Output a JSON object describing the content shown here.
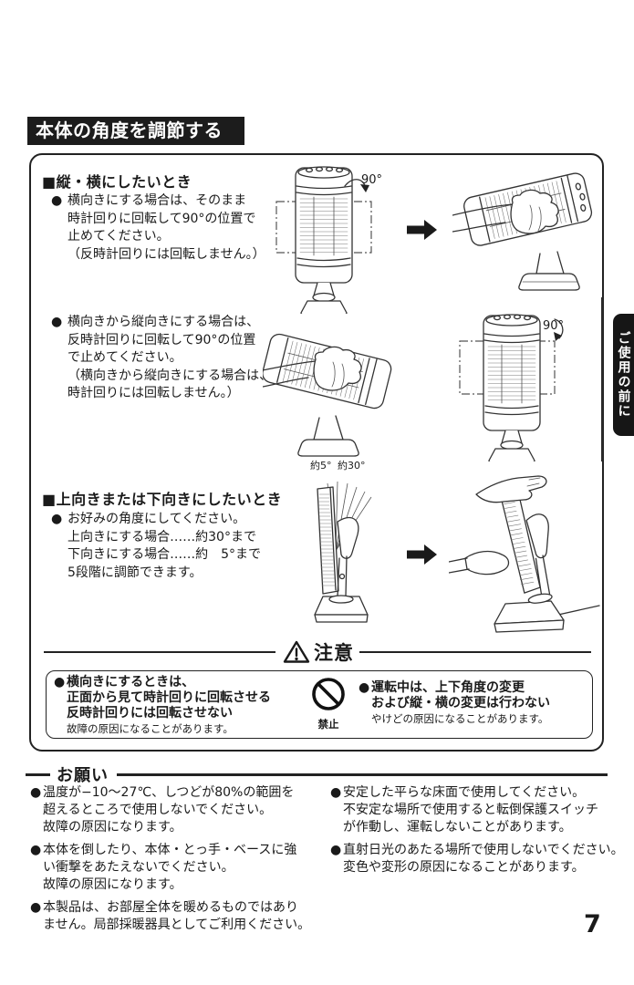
{
  "title": "本体の角度を調節する",
  "side_tab": "ご使用の前に",
  "page_number": "7",
  "s1": {
    "heading": "■縦・横にしたいとき",
    "b1": {
      "marker": "●",
      "lines": [
        "横向きにする場合は、そのまま",
        "時計回りに回転して90°の位置で",
        "止めてください。",
        "（反時計回りには回転しません。）"
      ]
    },
    "b2": {
      "marker": "●",
      "lines": [
        "横向きから縦向きにする場合は、",
        "反時計回りに回転して90°の位置",
        "で止めてください。",
        "（横向きから縦向きにする場合は、",
        "時計回りには回転しません。）"
      ]
    },
    "angle1": "90°",
    "angle2": "90°"
  },
  "s2": {
    "heading": "■上向きまたは下向きにしたいとき",
    "b1": {
      "marker": "●",
      "lines": [
        "お好みの角度にしてください。",
        "上向きにする場合……約30°まで",
        "下向きにする場合……約　5°まで",
        "5段階に調節できます。"
      ]
    },
    "angle_small": "約5°",
    "angle_large": "約30°"
  },
  "caution": {
    "label": "注意",
    "left": {
      "marker": "●",
      "lines": [
        "横向きにするときは、",
        "正面から見て時計回りに回転させる",
        "反時計回りには回転させない"
      ],
      "note": "故障の原因になることがあります。"
    },
    "prohibition": "禁止",
    "right": {
      "marker": "●",
      "lines": [
        "運転中は、上下角度の変更",
        "および縦・横の変更は行わない"
      ],
      "note": "やけどの原因になることがあります。"
    }
  },
  "onegai": {
    "heading": "お願い",
    "left": [
      {
        "marker": "●",
        "lines": [
          "温度が−10〜27℃、しつどが80%の範囲を",
          "超えるところで使用しないでください。",
          "故障の原因になります。"
        ]
      },
      {
        "marker": "●",
        "lines": [
          "本体を倒したり、本体・とっ手・ベースに強",
          "い衝撃をあたえないでください。",
          "故障の原因になります。"
        ]
      },
      {
        "marker": "●",
        "lines": [
          "本製品は、お部屋全体を暖めるものではあり",
          "ません。局部採暖器具としてご利用ください。"
        ]
      }
    ],
    "right": [
      {
        "marker": "●",
        "lines": [
          "安定した平らな床面で使用してください。",
          "不安定な場所で使用すると転倒保護スイッチ",
          "が作動し、運転しないことがあります。"
        ]
      },
      {
        "marker": "●",
        "lines": [
          "直射日光のあたる場所で使用しないでください。",
          "変色や変形の原因になることがあります。"
        ]
      }
    ]
  }
}
